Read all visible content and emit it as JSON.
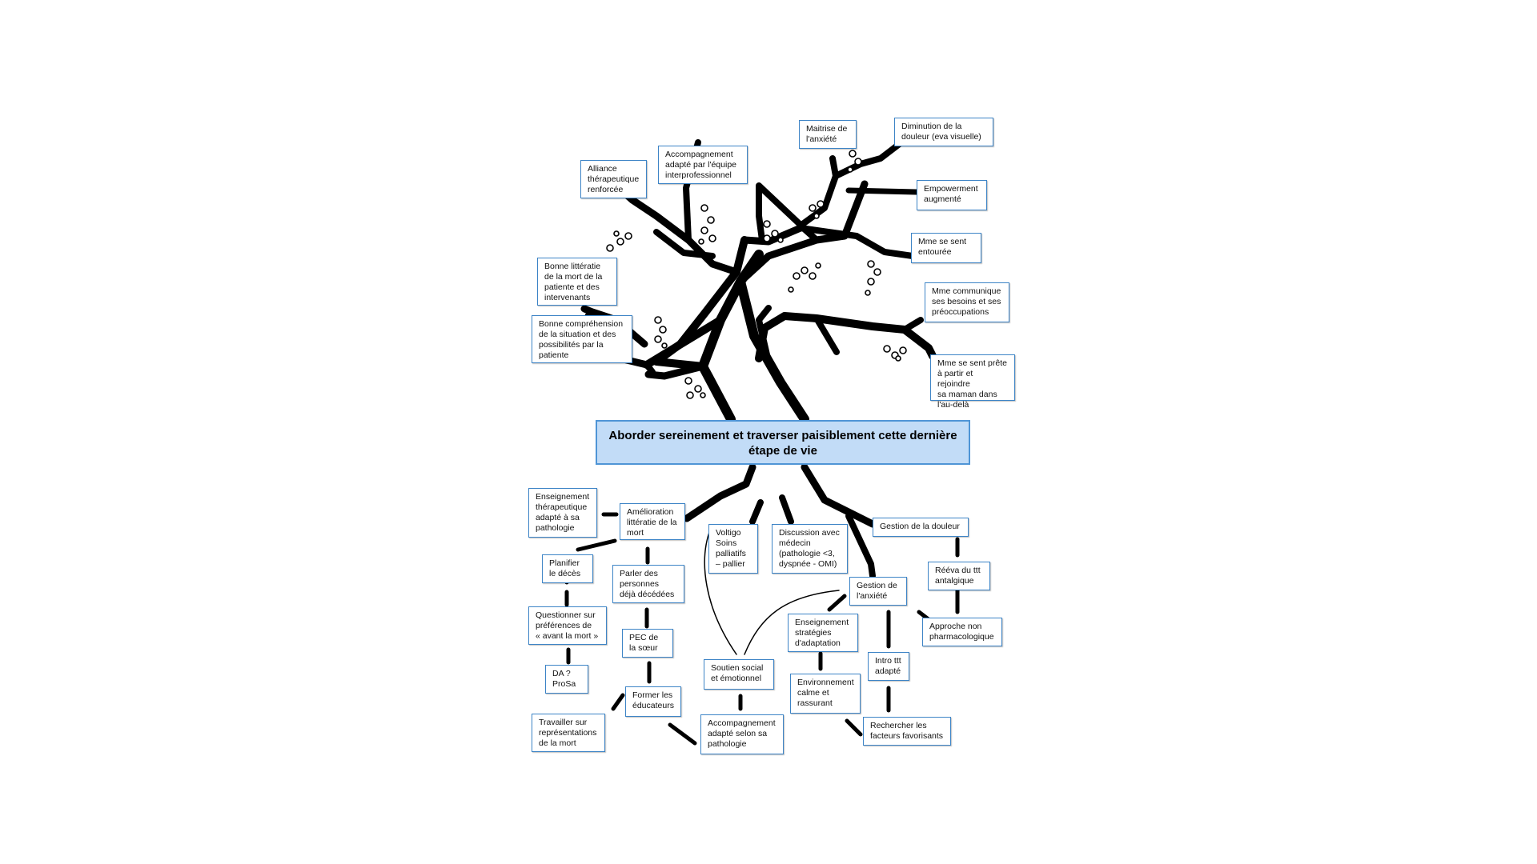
{
  "title": "Aborder sereinement et traverser paisiblement cette dernière étape de vie",
  "nodes": {
    "maitrise_anxiete": "Maitrise de\nl'anxiété",
    "diminution_douleur": "Diminution de la\ndouleur (eva visuelle)",
    "accompagnement_interpro": "Accompagnement\nadapté par l'équipe\ninterprofessionnel",
    "alliance": "Alliance\nthérapeutique\nrenforcée",
    "empowerment": "Empowerment\naugmenté",
    "entouree": "Mme se sent\nentourée",
    "litteratie_mort": "Bonne littératie\nde la mort de la\npatiente et des\nintervenants",
    "communique": "Mme communique\nses besoins et ses\npréoccupations",
    "comprehension": "Bonne compréhension\nde la situation et des\npossibilités par la\npatiente",
    "prete": "Mme se sent prête\nà partir et rejoindre\nsa maman dans\nl'au-delà",
    "enseignement_therap": "Enseignement\nthérapeutique\nadapté à sa\npathologie",
    "amelioration_litteratie": "Amélioration\nlittératie de la\nmort",
    "voltigo": "Voltigo\nSoins\npalliatifs\n– pallier",
    "discussion_medecin": "Discussion avec\nmédecin\n(pathologie <3,\ndyspnée - OMI)",
    "gestion_douleur": "Gestion de la douleur",
    "planifier_deces": "Planifier\nle décès",
    "parler_personnes": "Parler des\npersonnes\ndéjà décédées",
    "reeva": "Rééva du ttt\nantalgique",
    "gestion_anxiete": "Gestion de\nl'anxiété",
    "questionner": "Questionner sur\npréférences de\n« avant la mort »",
    "enseignement_strategies": "Enseignement\nstratégies\nd'adaptation",
    "approche_non_pharmaco": "Approche non\npharmacologique",
    "pec_soeur": "PEC de\nla sœur",
    "intro_ttt": "Intro ttt\nadapté",
    "soutien_social": "Soutien social\net émotionnel",
    "da_prosa": "DA ?\nProSa",
    "environnement": "Environnement\ncalme et\nrassurant",
    "former_educateurs": "Former les\néducateurs",
    "travailler_representations": "Travailler sur\nreprésentations\nde la mort",
    "accompagnement_pathologie": "Accompagnement\nadapté selon sa\npathologie",
    "facteurs_favorisants": "Rechercher les\nfacteurs favorisants"
  }
}
